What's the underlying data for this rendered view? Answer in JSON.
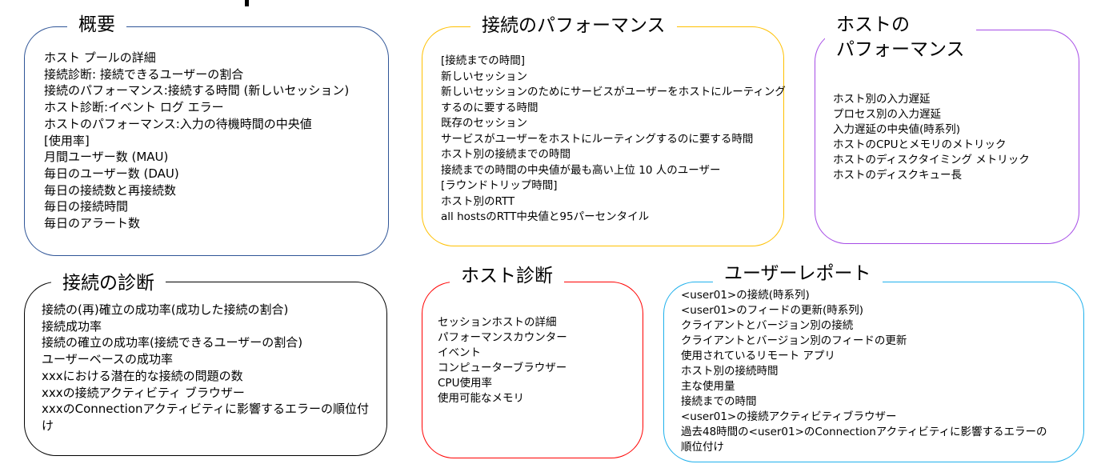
{
  "colors": {
    "overview": "#2f5597",
    "connection_performance": "#ffc000",
    "host_performance": "#a64ce6",
    "connection_diagnostics": "#000000",
    "host_diagnostics": "#ff0000",
    "user_report": "#1fb0ec"
  },
  "sections": {
    "overview": {
      "title": "概要",
      "items": [
        "ホスト プールの詳細",
        "接続診断: 接続できるユーザーの割合",
        "接続のパフォーマンス:接続する時間 (新しいセッション)",
        "ホスト診断:イベント ログ エラー",
        "ホストのパフォーマンス:入力の待機時間の中央値",
        "[使用率]",
        "月間ユーザー数 (MAU)",
        "毎日のユーザー数 (DAU)",
        "毎日の接続数と再接続数",
        "毎日の接続時間",
        "毎日のアラート数"
      ]
    },
    "connection_performance": {
      "title": "接続のパフォーマンス",
      "items": [
        "[接続までの時間]",
        "新しいセッション",
        "新しいセッションのためにサービスがユーザーをホストにルーティング",
        "するのに要する時間",
        "既存のセッション",
        "サービスがユーザーをホストにルーティングするのに要する時間",
        "ホスト別の接続までの時間",
        "接続までの時間の中央値が最も高い上位 10 人のユーザー",
        "[ラウンドトリップ時間]",
        "ホスト別のRTT",
        "all hostsのRTT中央値と95パーセンタイル"
      ]
    },
    "host_performance": {
      "title_line1": "ホストの",
      "title_line2": "パフォーマンス",
      "items": [
        "ホスト別の入力遅延",
        "プロセス別の入力遅延",
        "入力遅延の中央値(時系列)",
        "ホストのCPUとメモリのメトリック",
        "ホストのディスクタイミング メトリック",
        "ホストのディスクキュー長"
      ]
    },
    "connection_diagnostics": {
      "title": "接続の診断",
      "items": [
        "接続の(再)確立の成功率(成功した接続の割合)",
        "接続成功率",
        "接続の確立の成功率(接続できるユーザーの割合)",
        "ユーザーベースの成功率",
        "xxxにおける潜在的な接続の問題の数",
        "xxxの接続アクティビティ ブラウザー",
        "xxxのConnectionアクティビティに影響するエラーの順位付",
        "け"
      ]
    },
    "host_diagnostics": {
      "title": "ホスト診断",
      "items": [
        "セッションホストの詳細",
        "パフォーマンスカウンター",
        "イベント",
        "コンピューターブラウザー",
        "CPU使用率",
        "使用可能なメモリ"
      ]
    },
    "user_report": {
      "title": "ユーザーレポート",
      "items": [
        "<user01>の接続(時系列)",
        "<user01>のフィードの更新(時系列)",
        "クライアントとバージョン別の接続",
        "クライアントとバージョン別のフィードの更新",
        "使用されているリモート アプリ",
        "ホスト別の接続時間",
        "主な使用量",
        "接続までの時間",
        "<user01>の接続アクティビティブラウザー",
        "過去48時間の<user01>のConnectionアクティビティに影響するエラーの",
        "順位付け"
      ]
    }
  }
}
